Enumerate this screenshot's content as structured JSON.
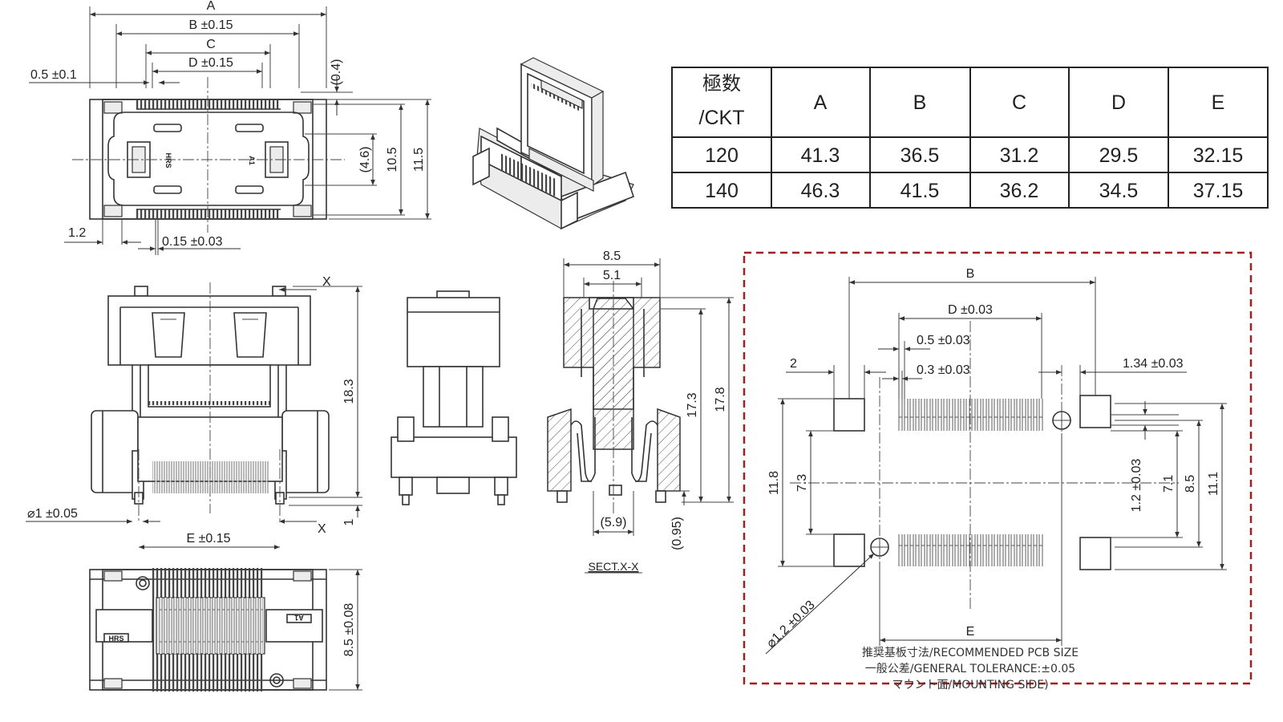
{
  "top_view": {
    "dims": {
      "A": "A",
      "B": "B ±0.15",
      "C": "C",
      "D": "D ±0.15",
      "pitch": "0.5 ±0.1",
      "gap": "(0.4)",
      "h46": "(4.6)",
      "h105": "10.5",
      "h115": "11.5",
      "w12": "1.2",
      "pin_w": "0.15 ±0.03"
    },
    "marks": {
      "a1": "A1",
      "hrs": "HRS"
    }
  },
  "front_view": {
    "dims": {
      "height": "18.3",
      "base": "1",
      "peg_dia": "1 ±0.05",
      "E": "E ±0.15",
      "cut": "X"
    }
  },
  "section_view": {
    "dims": {
      "w85": "8.5",
      "w51": "5.1",
      "h173": "17.3",
      "h178": "17.8",
      "w59": "(5.9)",
      "h095": "(0.95)"
    },
    "caption": "SECT.X-X"
  },
  "bottom_view": {
    "dims": {
      "depth": "8.5 ±0.08"
    },
    "marks": {
      "a1": "A1",
      "hrs": "HRS"
    }
  },
  "table": {
    "headers": [
      "極数",
      "/CKT",
      "A",
      "B",
      "C",
      "D",
      "E"
    ],
    "rows": [
      [
        "120",
        "41.3",
        "36.5",
        "31.2",
        "29.5",
        "32.15"
      ],
      [
        "140",
        "46.3",
        "41.5",
        "36.2",
        "34.5",
        "37.15"
      ]
    ]
  },
  "pcb_layout": {
    "dims": {
      "B": "B",
      "D": "D ±0.03",
      "pitch": "0.5 ±0.03",
      "pad_w": "0.3 ±0.03",
      "two": "2",
      "offset": "1.34 ±0.03",
      "h118": "11.8",
      "h73": "7.3",
      "hole_dia": "1.2 ±0.03",
      "h71": "7.1",
      "h85": "8.5",
      "h111": "11.1",
      "hole_dia2": "1.2 ±0.03",
      "E": "E"
    },
    "notes": [
      "推奨基板寸法/RECOMMENDED PCB SIZE",
      "一般公差/GENERAL TOLERANCE:±0.05",
      "マウント面/MOUNTING SIDE)"
    ],
    "border_color": "#a31f1f"
  }
}
